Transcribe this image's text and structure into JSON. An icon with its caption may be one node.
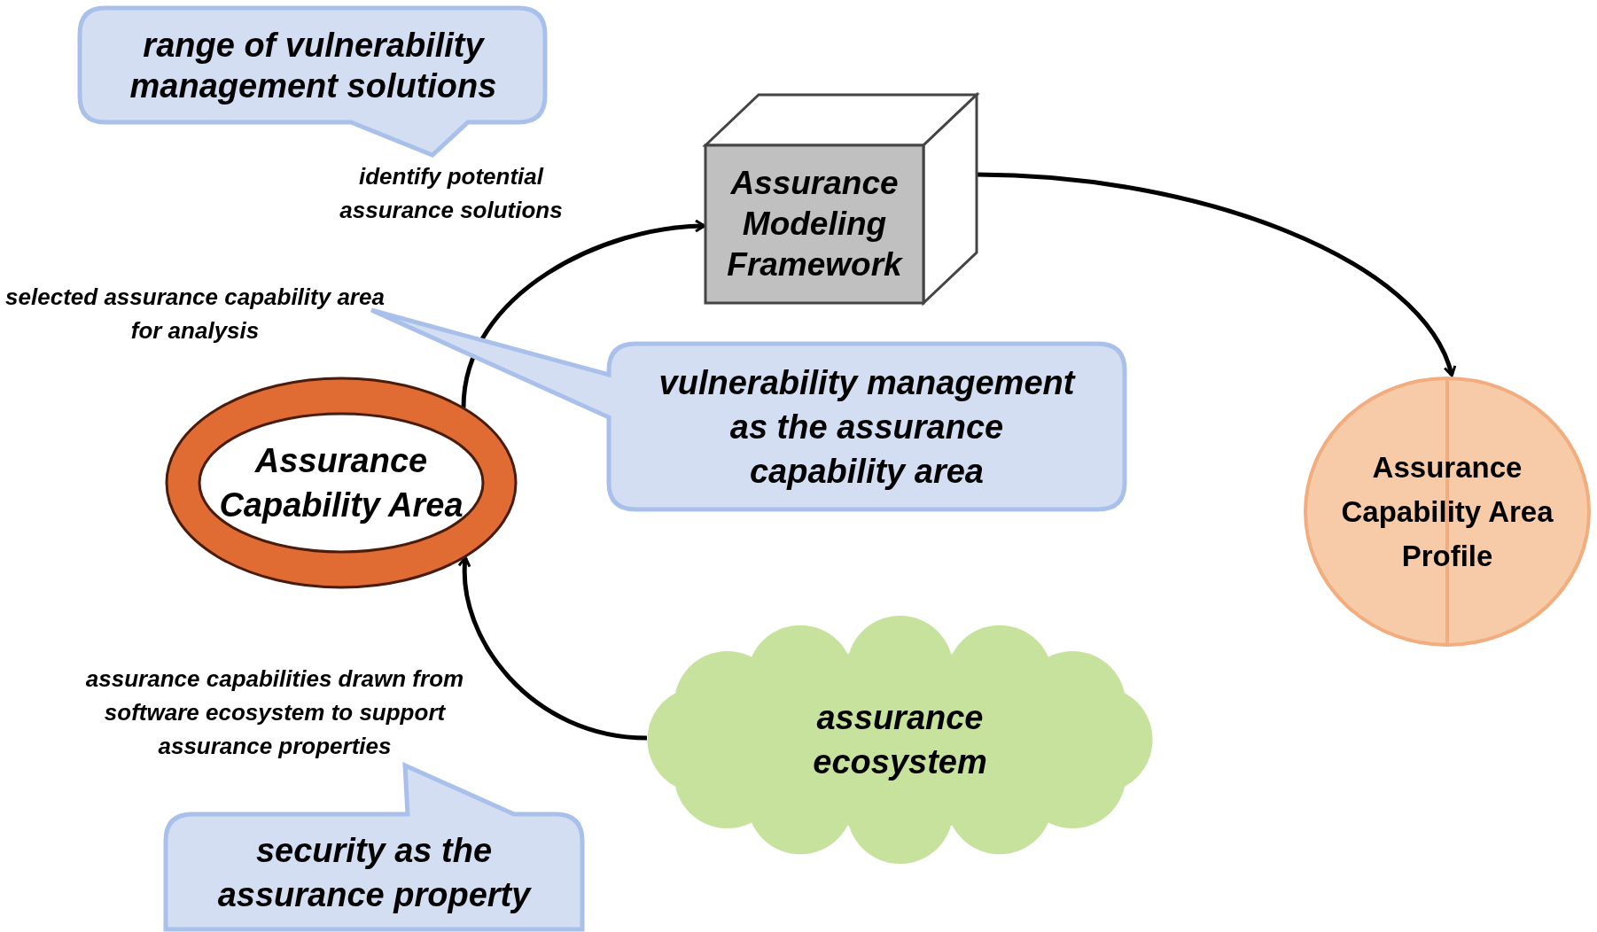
{
  "diagram": {
    "nodes": [
      {
        "text": [
          "range of vulnerability management solutions"
        ]
      },
      {
        "text": [
          "Assurance Modeling Framework"
        ]
      },
      {
        "text": [
          "Assurance Capability Area"
        ]
      },
      {
        "text": [
          "vulnerability management as the assurance capability area"
        ]
      },
      {
        "text": [
          "Assurance Capability Area Profile"
        ]
      },
      {
        "text": [
          "assurance ecosystem"
        ]
      },
      {
        "text": [
          "security as the assurance property"
        ]
      }
    ],
    "edges": [
      {
        "from": 5,
        "to": 2,
        "arrow": "to"
      },
      {
        "from": 2,
        "to": 1,
        "arrow": "to"
      },
      {
        "from": 1,
        "to": 4,
        "arrow": "to"
      }
    ],
    "labels": [
      "identify potential assurance solutions",
      "selected assurance capability area for analysis",
      "assurance capabilities drawn from software ecosystem to support assurance properties"
    ]
  }
}
